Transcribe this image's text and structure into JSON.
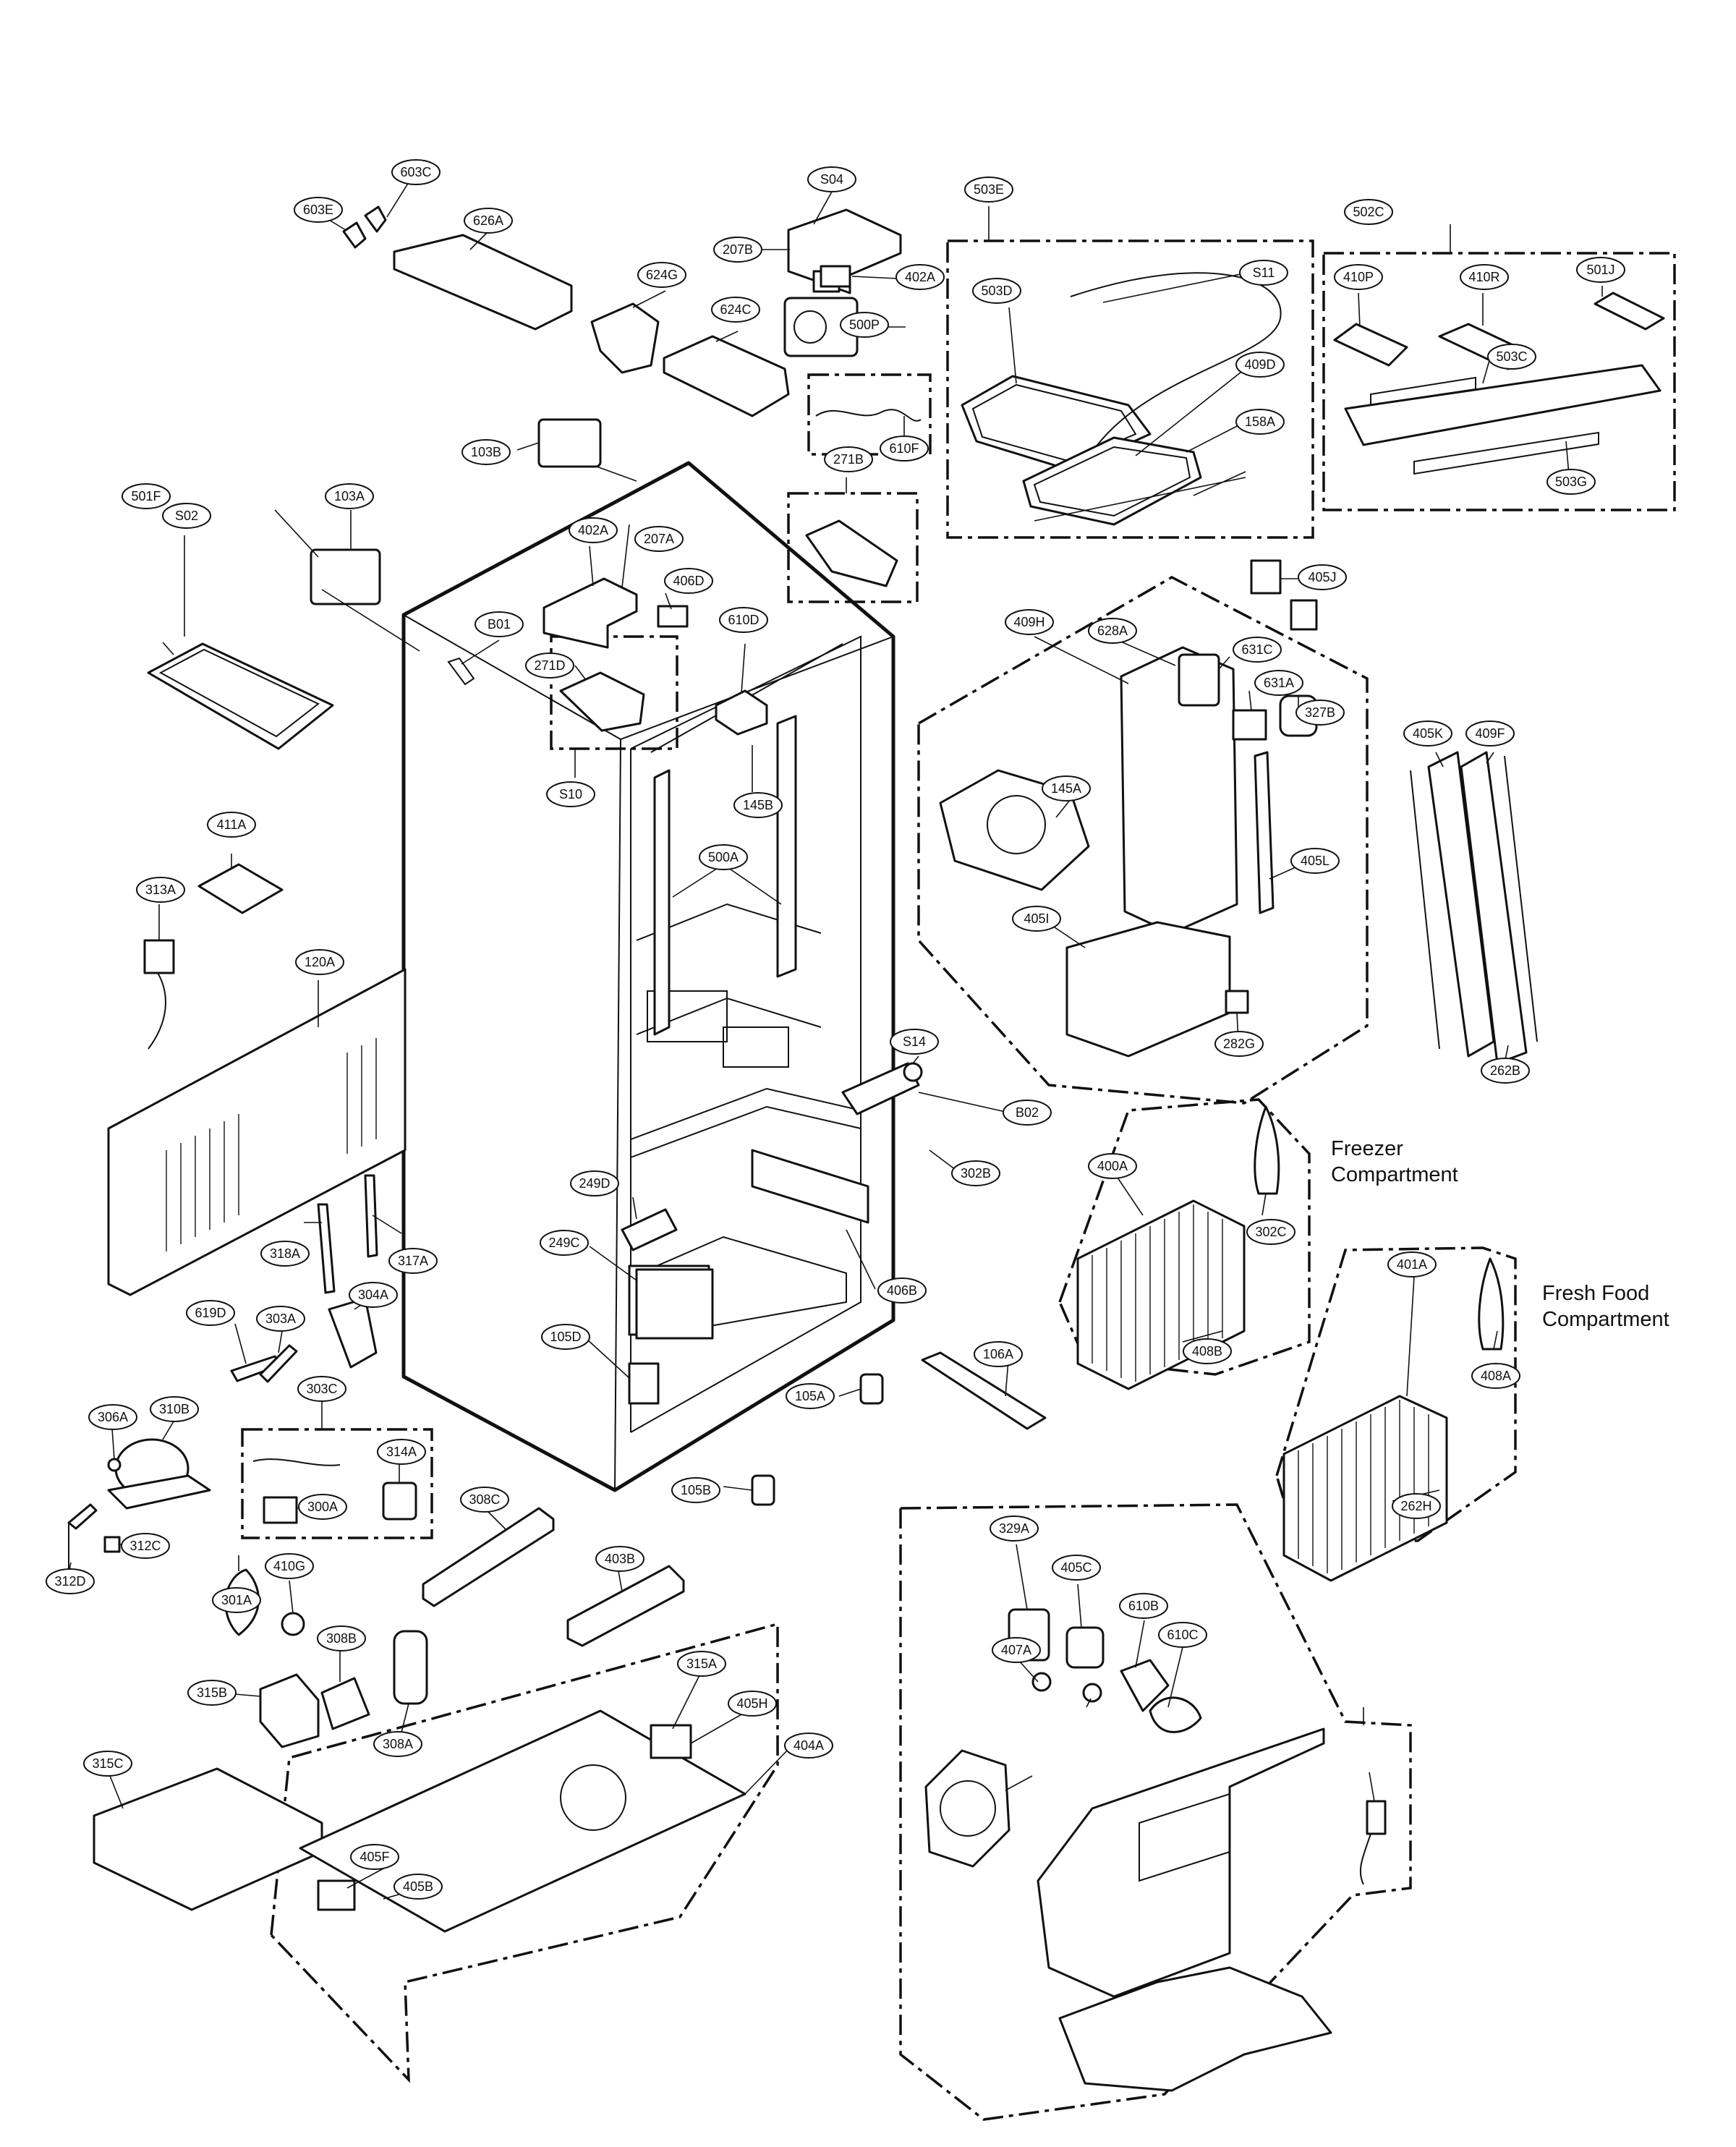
{
  "diagram": {
    "compartment_labels": {
      "freezer": [
        "Freezer",
        "Compartment"
      ],
      "fresh_food": [
        "Fresh Food",
        "Compartment"
      ]
    },
    "callouts": [
      "603C",
      "603E",
      "626A",
      "S04",
      "207B",
      "402A",
      "500P",
      "624G",
      "624C",
      "503E",
      "S11",
      "503D",
      "409D",
      "158A",
      "502C",
      "410P",
      "410R",
      "501J",
      "503C",
      "503G",
      "610F",
      "271B",
      "103B",
      "103A",
      "S02",
      "501F",
      "207A",
      "402A",
      "406D",
      "610D",
      "B01",
      "271D",
      "S10",
      "145B",
      "500A",
      "411A",
      "313A",
      "120A",
      "409H",
      "628A",
      "631C",
      "631A",
      "327B",
      "145A",
      "405L",
      "405I",
      "282G",
      "405J",
      "405K",
      "409F",
      "262B",
      "S14",
      "B02",
      "302B",
      "400A",
      "302C",
      "401A",
      "408A",
      "408B",
      "262H",
      "249D",
      "249C",
      "406B",
      "105D",
      "106A",
      "105A",
      "105B",
      "318A",
      "317A",
      "619D",
      "303A",
      "304A",
      "303C",
      "314A",
      "300A",
      "306A",
      "310B",
      "312C",
      "312D",
      "308C",
      "403B",
      "301A",
      "410G",
      "308B",
      "308A",
      "315B",
      "315C",
      "315A",
      "405H",
      "404A",
      "405F",
      "405B",
      "329A",
      "405C",
      "407A",
      "610B",
      "610C"
    ]
  }
}
